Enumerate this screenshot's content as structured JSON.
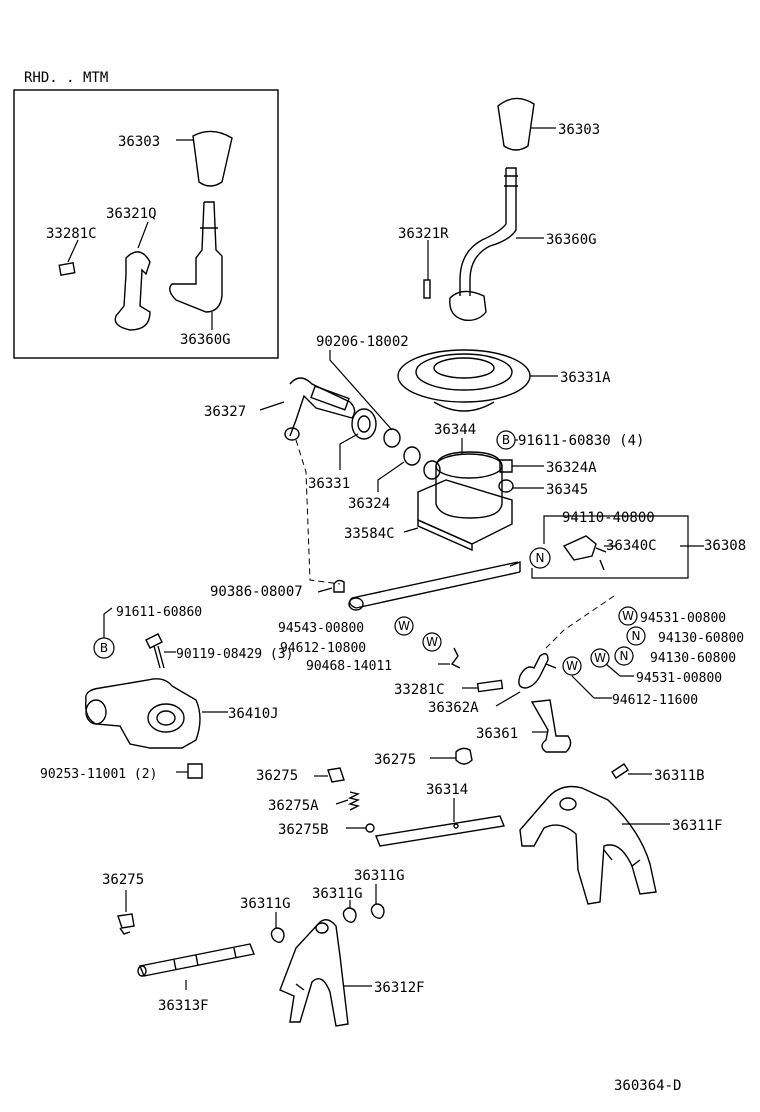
{
  "inset": {
    "title": "RHD. . MTM"
  },
  "diagram_id": "360364-D",
  "labels": {
    "l_36303_inset": "36303",
    "l_36321q": "36321Q",
    "l_33281c_inset": "33281C",
    "l_36360g_inset": "36360G",
    "l_36303": "36303",
    "l_36321r": "36321R",
    "l_36360g": "36360G",
    "l_90206": "90206-18002",
    "l_36331a": "36331A",
    "l_36327": "36327",
    "l_36344": "36344",
    "l_91611_60830": "91611-60830 (4)",
    "l_36324a": "36324A",
    "l_36331": "36331",
    "l_36324": "36324",
    "l_36345": "36345",
    "l_33584c": "33584C",
    "l_94110": "94110-40800",
    "l_36340c": "36340C",
    "l_36308": "36308",
    "l_90386": "90386-08007",
    "l_91611_60860": "91611-60860",
    "l_94531_a": "94531-00800",
    "l_94543": "94543-00800",
    "l_94130_a": "94130-60800",
    "l_90119": "90119-08429 (3)",
    "l_94612_10800": "94612-10800",
    "l_94130_b": "94130-60800",
    "l_90468": "90468-14011",
    "l_94531_b": "94531-00800",
    "l_33281c": "33281C",
    "l_94612_11600": "94612-11600",
    "l_36362a": "36362A",
    "l_36410j": "36410J",
    "l_36361": "36361",
    "l_36275_a": "36275",
    "l_90253": "90253-11001 (2)",
    "l_36275_b": "36275",
    "l_36311b": "36311B",
    "l_36314": "36314",
    "l_36275a": "36275A",
    "l_36311f": "36311F",
    "l_36275b": "36275B",
    "l_36311g_a": "36311G",
    "l_36275_c": "36275",
    "l_36311g_b": "36311G",
    "l_36311g_c": "36311G",
    "l_36312f": "36312F",
    "l_36313f": "36313F"
  },
  "symbols": {
    "bolt": "B",
    "nut": "N",
    "washer": "W"
  }
}
